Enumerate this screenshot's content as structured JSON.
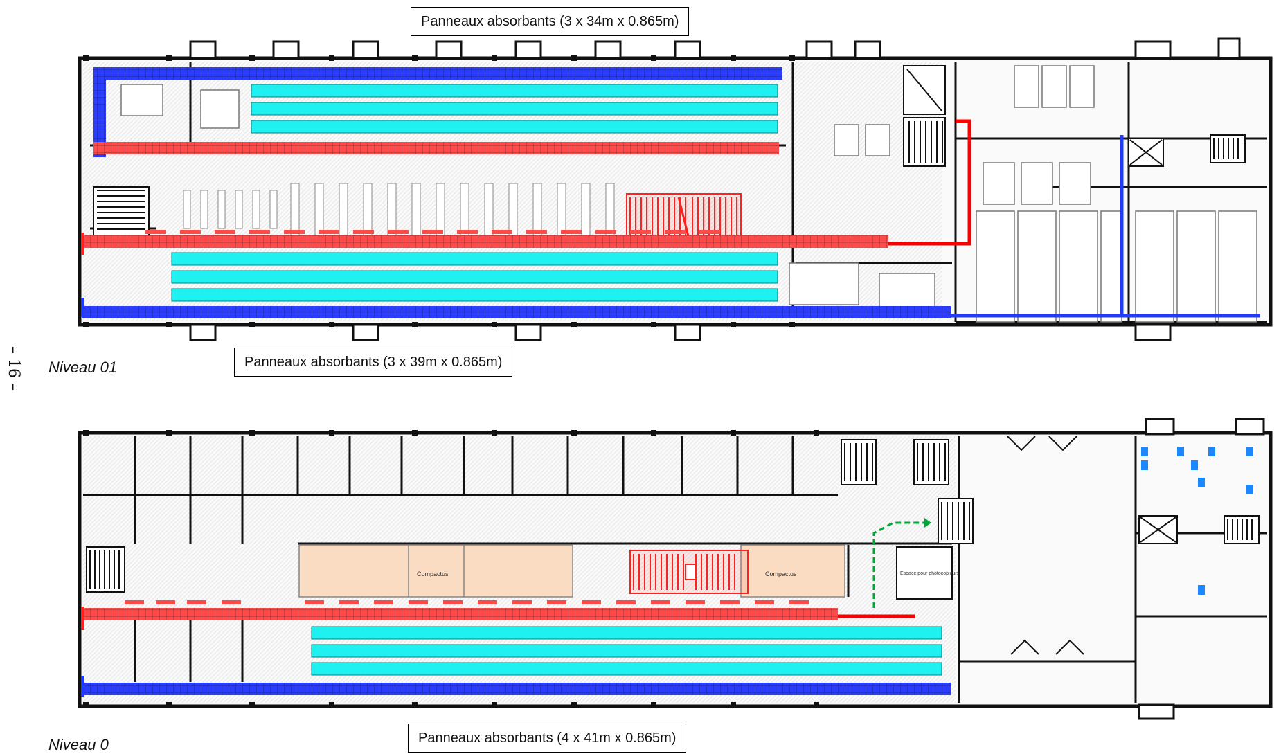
{
  "labels": {
    "top_callout": "Panneaux absorbants (3 x 34m x 0.865m)",
    "mid_callout": "Panneaux absorbants (3 x 39m x 0.865m)",
    "bottom_callout": "Panneaux absorbants (4 x 41m x 0.865m)",
    "level_upper": "Niveau 01",
    "level_lower": "Niveau 0",
    "page_number": "– 16 –",
    "room_compactus_left": "Compactus",
    "room_compactus_right": "Compactus",
    "room_photocopy": "Espace pour photocopieurs"
  },
  "colors": {
    "cyan_panel": "#1ff0f0",
    "blue_panel": "#2a3cff",
    "red_panel": "#ff4a4a",
    "red_line": "#ff0000",
    "blue_line": "#1f3bff",
    "compactus_fill": "#f9dcc2",
    "green_path": "#00a838",
    "wall": "#111111"
  },
  "icons": [
    "stair-icon",
    "elevator-icon",
    "door-swing-icon",
    "toilet-icon",
    "column-icon"
  ]
}
